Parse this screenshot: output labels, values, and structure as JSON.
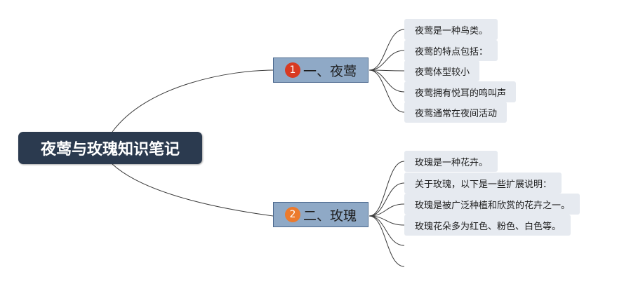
{
  "colors": {
    "root_bg": "#2b3a4f",
    "branch_bg": "#8fa9c6",
    "leaf_bg": "#e6eaf0",
    "line": "#3a3a3a",
    "badge1": "#d83a22",
    "badge2": "#ec7a2c"
  },
  "root": {
    "title": "夜莺与玫瑰知识笔记"
  },
  "branches": [
    {
      "badge": "1",
      "label": "一、夜莺",
      "leaves": [
        "夜莺是一种鸟类。",
        "夜莺的特点包括：",
        "夜莺体型较小",
        "夜莺拥有悦耳的鸣叫声",
        "夜莺通常在夜间活动"
      ]
    },
    {
      "badge": "2",
      "label": "二、玫瑰",
      "leaves": [
        "玫瑰是一种花卉。",
        "关于玫瑰，以下是一些扩展说明：",
        "玫瑰是被广泛种植和欣赏的花卉之一。",
        "玫瑰花朵多为红色、粉色、白色等。",
        "",
        ""
      ]
    }
  ]
}
